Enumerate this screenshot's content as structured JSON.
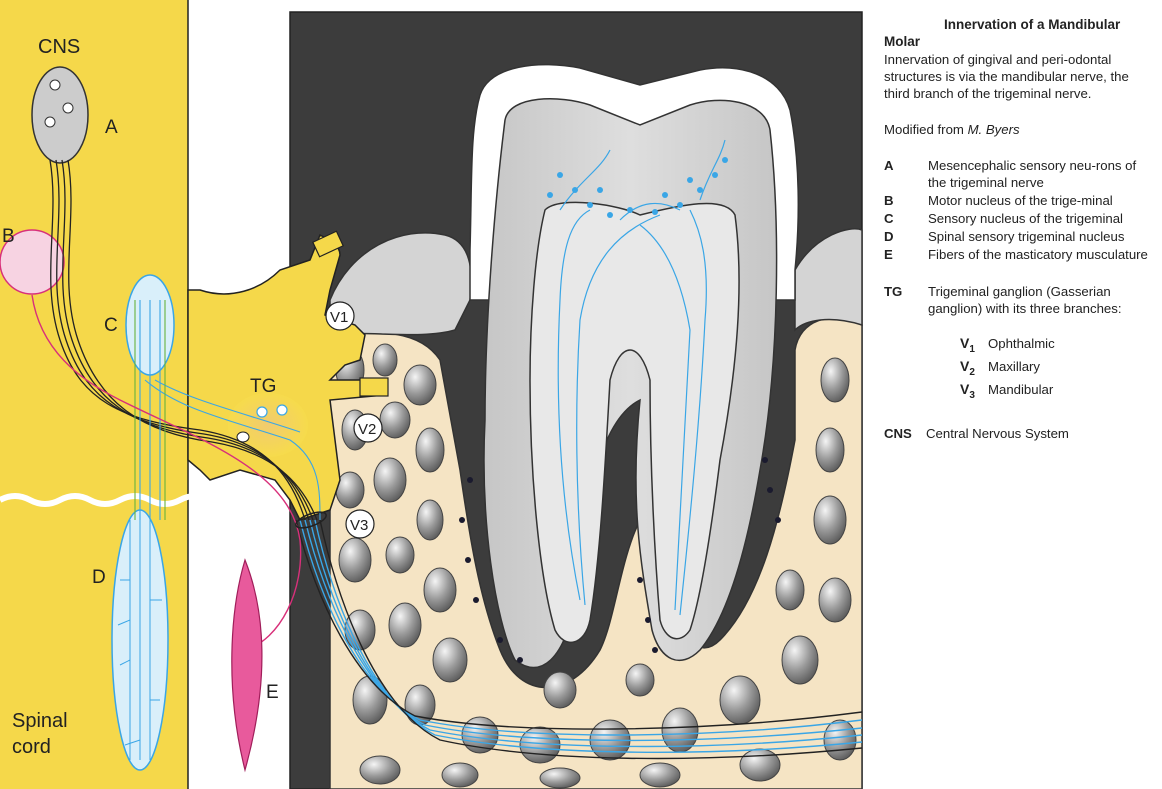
{
  "figure": {
    "labels": {
      "cns": "CNS",
      "a": "A",
      "b": "B",
      "c": "C",
      "d": "D",
      "e": "E",
      "tg": "TG",
      "v1": "V1",
      "v2": "V2",
      "v3": "V3",
      "spinal_line1": "Spinal",
      "spinal_line2": "cord"
    },
    "colors": {
      "cns_yellow": "#f5d84a",
      "ganglion_yellow": "#f7dc4c",
      "bone": "#f5e4c4",
      "tooth_gray": "#d6d6d6",
      "dark_bg": "#3c3c3c",
      "nerve_blue": "#3aa6e6",
      "motor_pink": "#d8307a",
      "nucleus_blue": "#d9effa"
    }
  },
  "sidebar": {
    "title_line1": "Innervation of a Mandibular",
    "title_line2": "Molar",
    "description": "Innervation of gingival and peri-odontal structures is via the mandibular nerve, the third branch of the trigeminal nerve.",
    "credit_prefix": "Modified from",
    "credit_name": "M. Byers",
    "key": [
      {
        "k": "A",
        "v": "Mesencephalic sensory neu-rons of the trigeminal nerve"
      },
      {
        "k": "B",
        "v": "Motor nucleus of the trige-minal"
      },
      {
        "k": "C",
        "v": "Sensory nucleus of the trigeminal"
      },
      {
        "k": "D",
        "v": "Spinal sensory trigeminal nucleus"
      },
      {
        "k": "E",
        "v": "Fibers of the masticatory musculature"
      }
    ],
    "tg": {
      "k": "TG",
      "v": "Trigeminal ganglion (Gasserian ganglion) with its three branches:"
    },
    "branches": [
      {
        "k": "V",
        "sub": "1",
        "v": "Ophthalmic"
      },
      {
        "k": "V",
        "sub": "2",
        "v": "Maxillary"
      },
      {
        "k": "V",
        "sub": "3",
        "v": "Mandibular"
      }
    ],
    "cns": {
      "k": "CNS",
      "v": "Central Nervous System"
    }
  }
}
